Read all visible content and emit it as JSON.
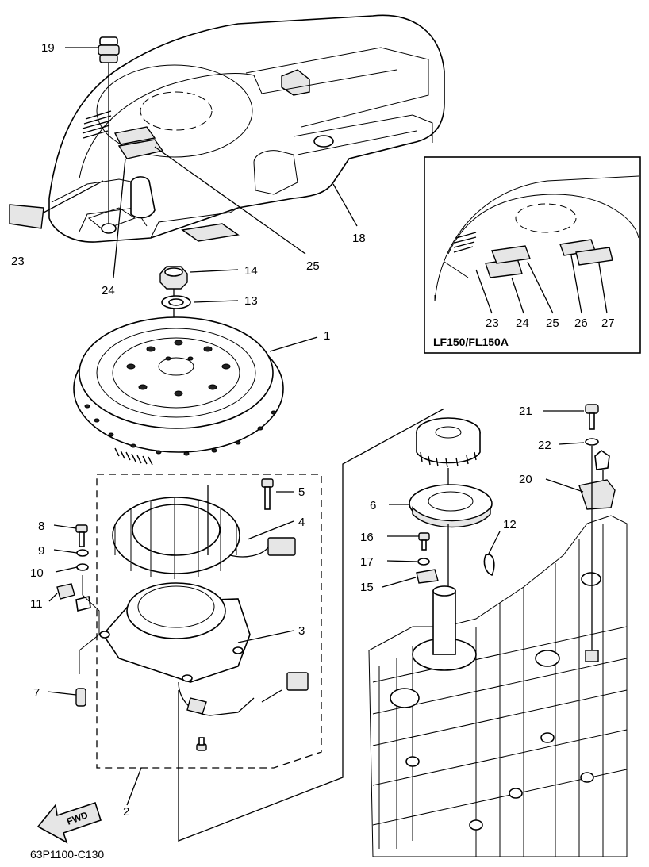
{
  "diagram": {
    "code": "63P1100-C130",
    "fwd_label": "FWD",
    "inset_title": "LF150/FL150A",
    "callouts": {
      "c1": "1",
      "c2": "2",
      "c3": "3",
      "c4": "4",
      "c5": "5",
      "c6": "6",
      "c7": "7",
      "c8": "8",
      "c9": "9",
      "c10": "10",
      "c11": "11",
      "c12": "12",
      "c13": "13",
      "c14": "14",
      "c15": "15",
      "c16": "16",
      "c17": "17",
      "c18": "18",
      "c19": "19",
      "c20": "20",
      "c21": "21",
      "c22": "22",
      "c23": "23",
      "c24": "24",
      "c25": "25"
    },
    "inset_callouts": {
      "i23": "23",
      "i24": "24",
      "i25": "25",
      "i26": "26",
      "i27": "27"
    }
  }
}
